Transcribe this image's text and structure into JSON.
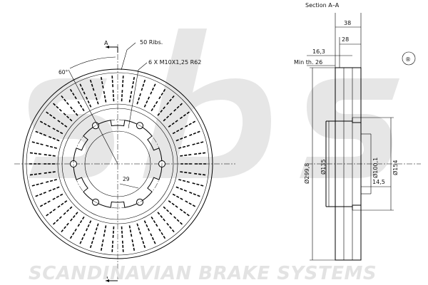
{
  "brand": {
    "tagline": "SCANDINAVIAN BRAKE SYSTEMS",
    "registered_mark": "®",
    "watermark_color": "#e3e3e3"
  },
  "front_view": {
    "section_mark_top": "A",
    "section_mark_bottom": "A",
    "ribs_label": "50 Ribs.",
    "bolt_label": "6 X M10X1,25 R62",
    "angle_label": "60°",
    "dim_29": "29",
    "rib_count": 50,
    "bolt_count": 6
  },
  "section_view": {
    "title": "Section A–A",
    "dim_38": "38",
    "dim_28": "28",
    "dim_16_3": "16,3",
    "min_th": "Min th. 26",
    "dia_299_8": "Ø299,8",
    "dia_135": "Ø135",
    "dia_100_1": "Ø100,1",
    "dia_154": "Ø154",
    "dim_14_5": "14,5"
  }
}
